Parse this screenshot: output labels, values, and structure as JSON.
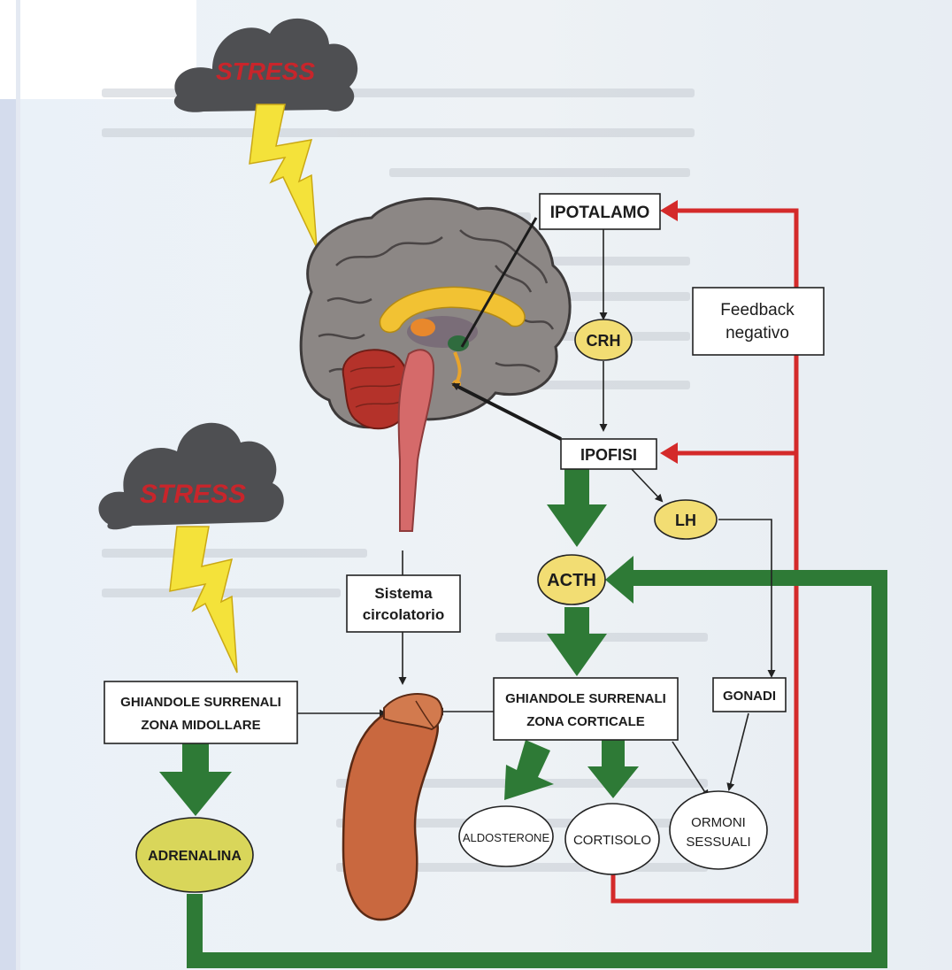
{
  "stress_clouds": [
    {
      "text": "STRESS"
    },
    {
      "text": "STRESS"
    }
  ],
  "boxes": {
    "ipotalamo": "IPOTALAMO",
    "ipofisi": "IPOFISI",
    "feedback_line1": "Feedback",
    "feedback_line2": "negativo",
    "sistema_line1": "Sistema",
    "sistema_line2": "circolatorio",
    "midollare_line1": "GHIANDOLE SURRENALI",
    "midollare_line2": "ZONA MIDOLLARE",
    "corticale_line1": "GHIANDOLE SURRENALI",
    "corticale_line2": "ZONA CORTICALE",
    "gonadi": "GONADI"
  },
  "hormones": {
    "crh": "CRH",
    "lh": "LH",
    "acth": "ACTH",
    "adrenalina": "ADRENALINA",
    "aldosterone": "ALDOSTERONE",
    "cortisolo": "CORTISOLO",
    "ormoni_line1": "ORMONI",
    "ormoni_line2": "SESSUALI"
  },
  "colors": {
    "feedback_red": "#d42a2a",
    "flow_green": "#2e7a36",
    "hormone_yellow": "#f2dd73",
    "adrenalina_yellow": "#d9d65a",
    "cloud_gray": "#4e4f52",
    "bolt_yellow": "#f4e23a",
    "kidney": "#c9683f",
    "page_blue": "#dce4f2"
  }
}
